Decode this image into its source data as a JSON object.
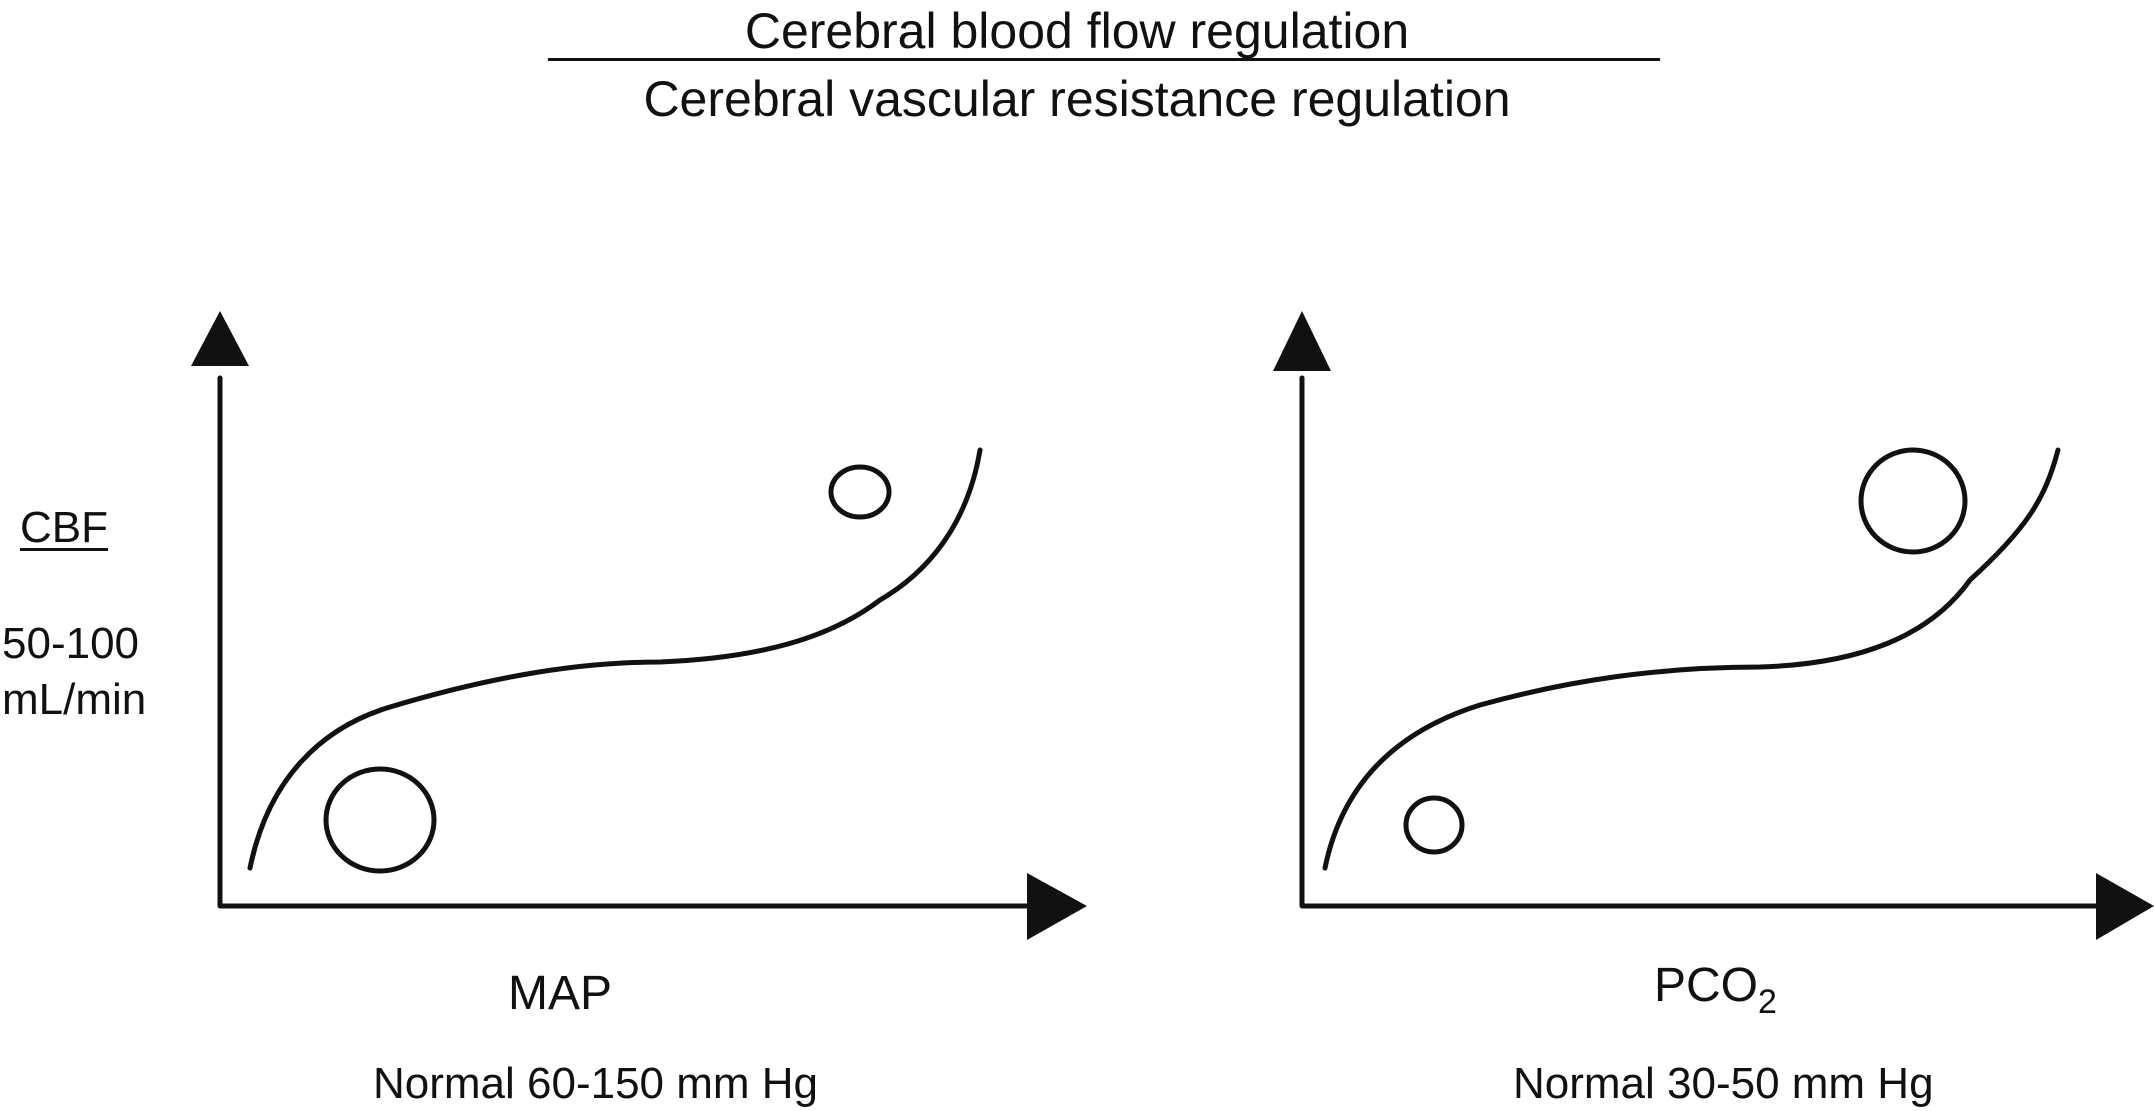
{
  "title": {
    "numerator": "Cerebral blood flow regulation",
    "denominator": "Cerebral vascular resistance regulation"
  },
  "y_axis": {
    "label": "CBF",
    "range": "50-100",
    "unit": "mL/min"
  },
  "left_graph": {
    "x_label": "MAP",
    "normal_range": "Normal 60-150 mm Hg"
  },
  "right_graph": {
    "x_label_main": "PCO",
    "x_label_subscript": "2",
    "normal_range": "Normal 30-50 mm Hg"
  },
  "colors": {
    "stroke": "#111111",
    "background": "#ffffff"
  }
}
